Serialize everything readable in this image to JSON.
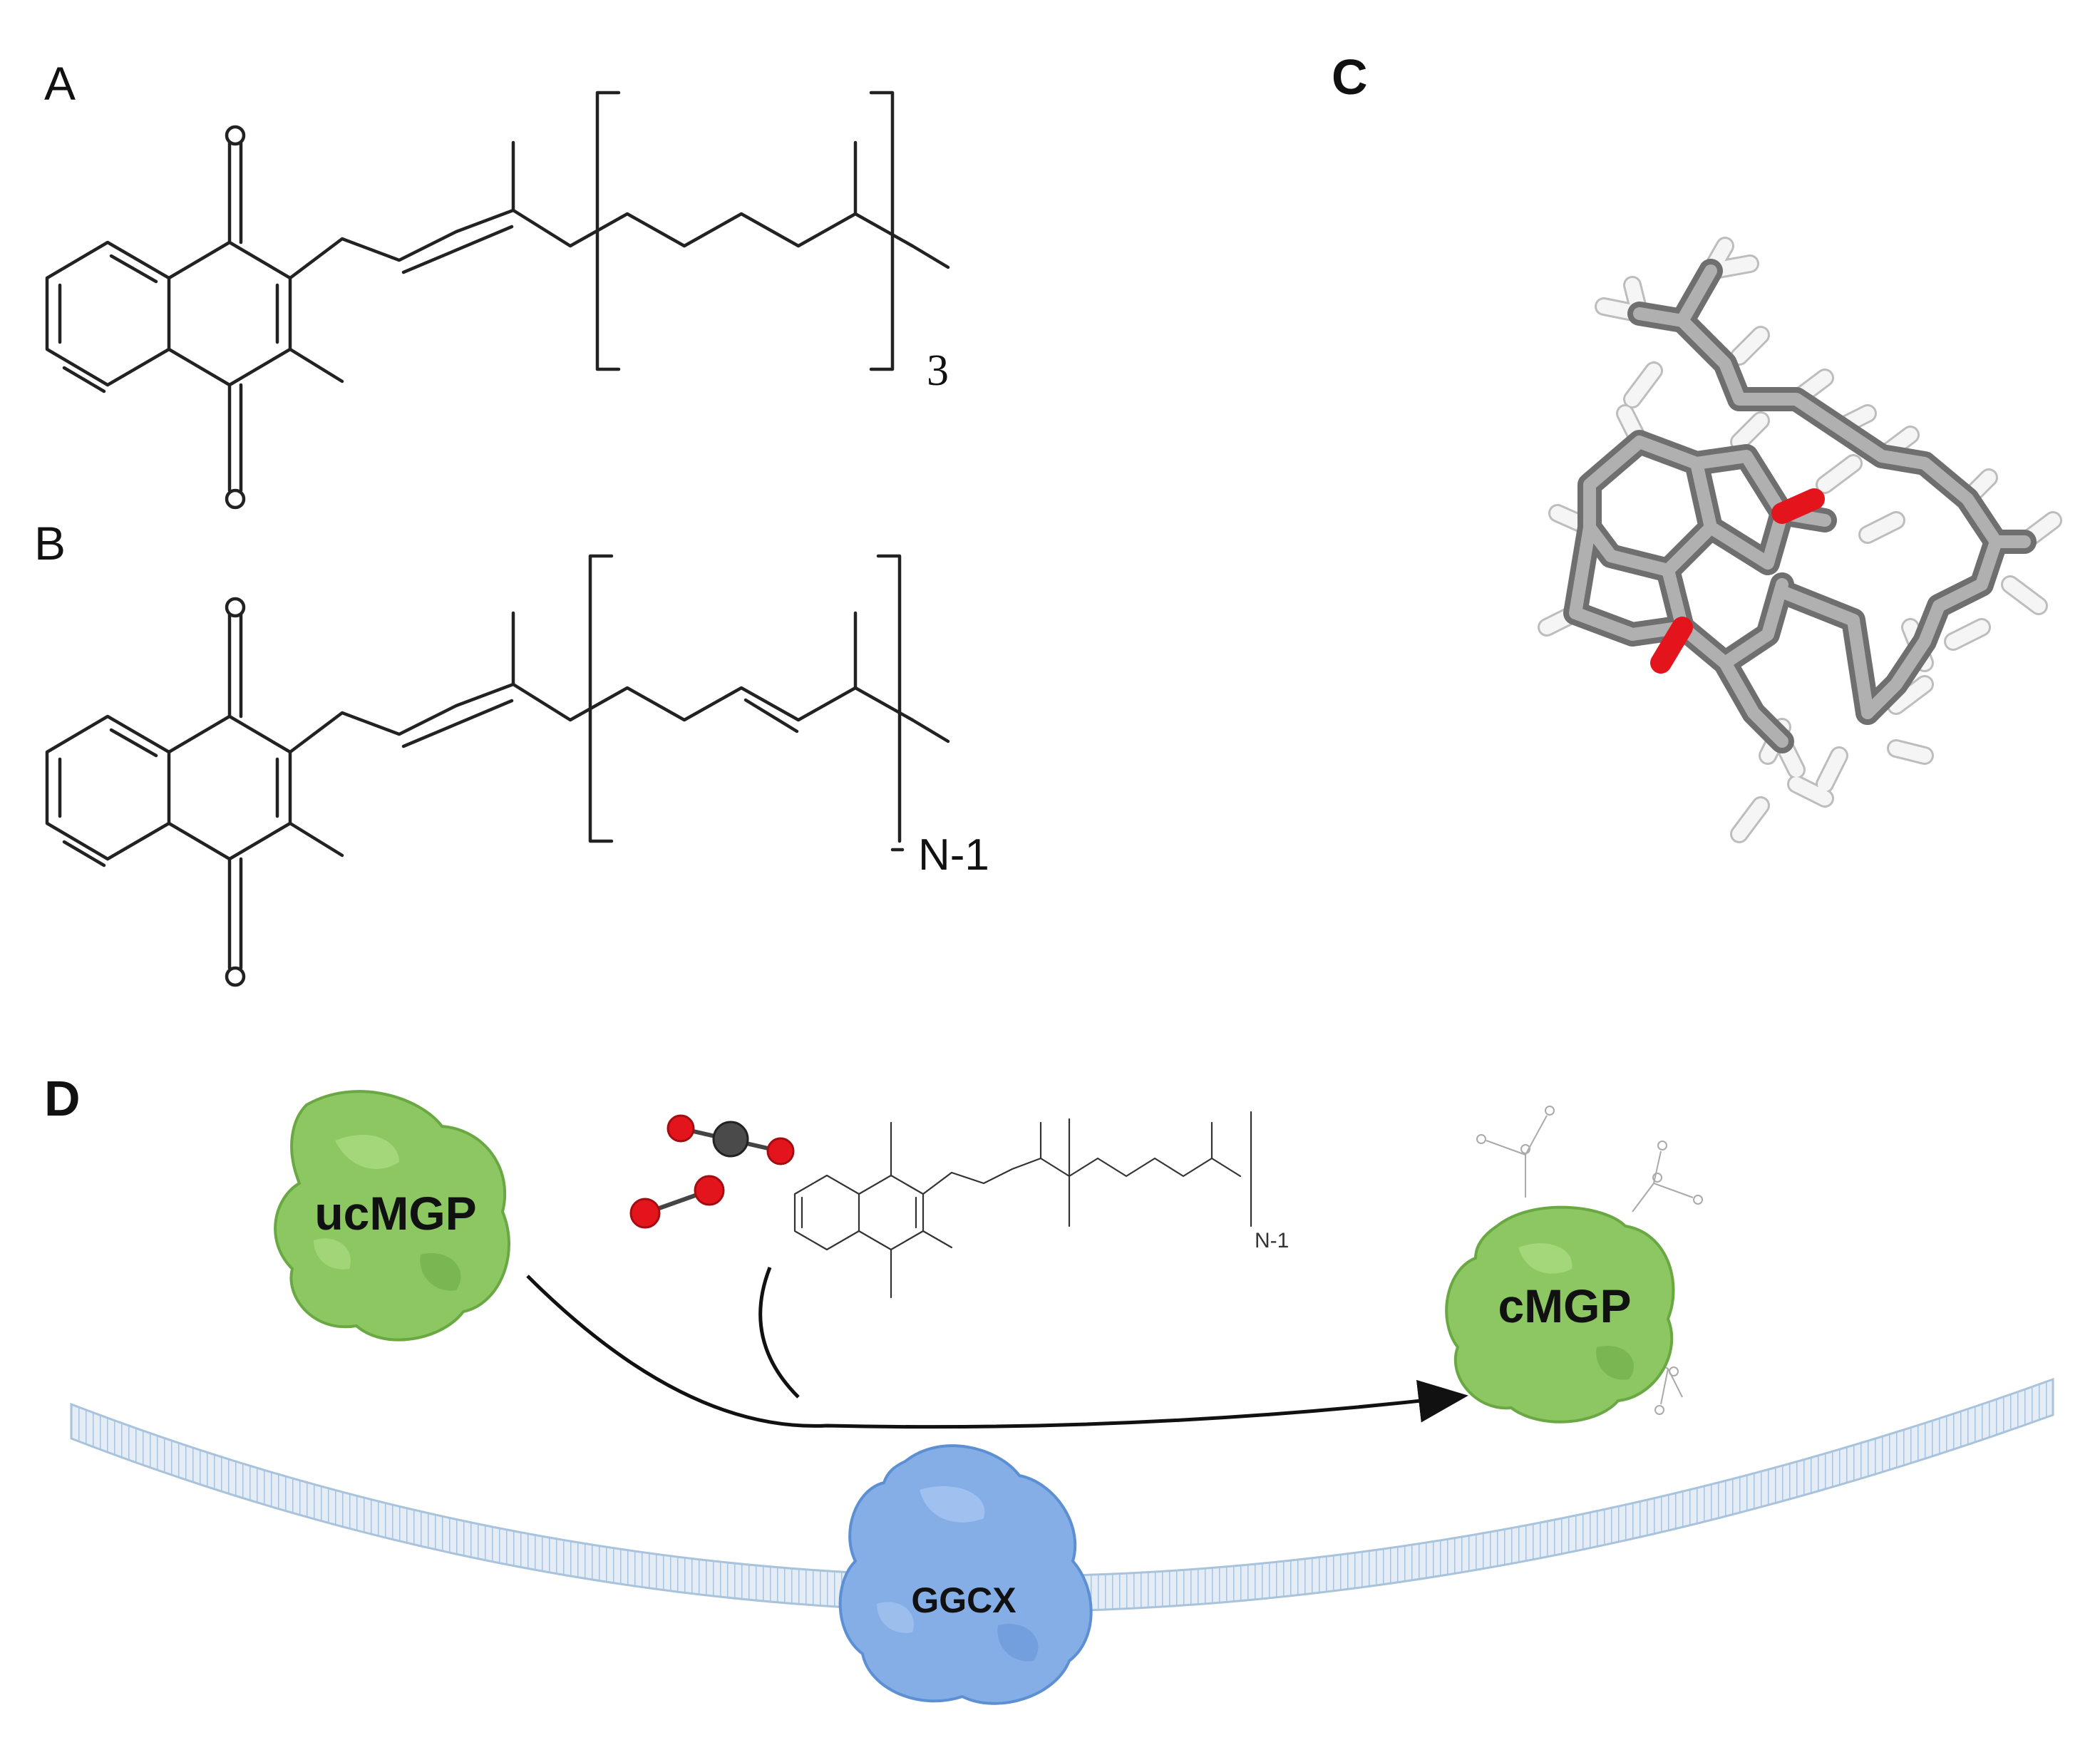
{
  "panels": {
    "a": {
      "label": "A",
      "repeat_subscript": "3"
    },
    "b": {
      "label": "B",
      "repeat_subscript": "N-1"
    },
    "c": {
      "label": "C"
    },
    "d": {
      "label": "D",
      "repeat_subscript": "N-1"
    }
  },
  "proteins": {
    "ucmgp": "ucMGP",
    "cmgp": "cMGP",
    "ggcx": "GGCX"
  },
  "colors": {
    "protein_green": "#8cc762",
    "protein_green_dark": "#5d9e3a",
    "enzyme_blue": "#85aee6",
    "enzyme_blue_dark": "#4f7fc7",
    "membrane": "#a9c3dd",
    "oxygen_red": "#e3141b",
    "carbon_gray": "#8c8c8c",
    "hydrogen": "#f2f2f2"
  },
  "icons": [
    "oxygen-molecule-icon",
    "carbon-dioxide-molecule-icon",
    "reaction-arrow-icon"
  ]
}
